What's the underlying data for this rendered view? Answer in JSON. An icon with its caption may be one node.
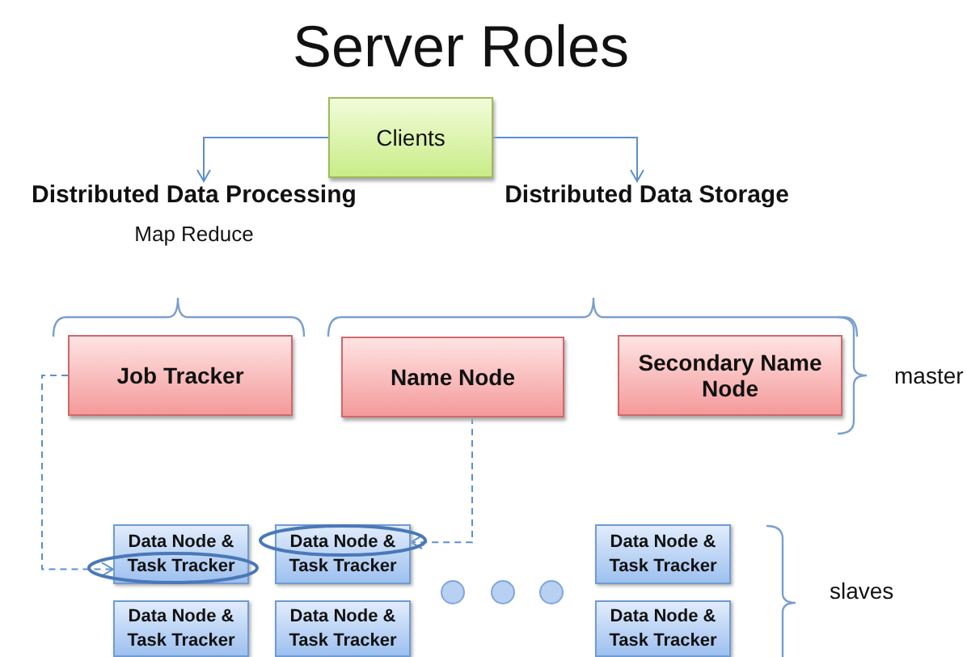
{
  "diagram": {
    "title": "Server Roles",
    "nodes": [
      {
        "text": [
          "Clients"
        ]
      },
      {
        "text": [
          "Distributed Data Processing",
          "Map Reduce"
        ]
      },
      {
        "text": [
          "Distributed Data Storage"
        ]
      },
      {
        "text": [
          "Job Tracker"
        ]
      },
      {
        "text": [
          "Name Node"
        ]
      },
      {
        "text": [
          "Secondary Name Node"
        ]
      },
      {
        "text": [
          "Data Node & Task Tracker"
        ]
      },
      {
        "text": [
          "Data Node & Task Tracker"
        ]
      },
      {
        "text": [
          "Data Node & Task Tracker"
        ]
      },
      {
        "text": [
          "Data Node & Task Tracker"
        ]
      },
      {
        "text": [
          "Data Node & Task Tracker"
        ]
      },
      {
        "text": [
          "Data Node & Task Tracker"
        ]
      }
    ],
    "edges": [
      {
        "from": 0,
        "to": 1,
        "arrow": "to"
      },
      {
        "from": 0,
        "to": 2,
        "arrow": "to"
      },
      {
        "from": 3,
        "to": 6,
        "arrow": "to",
        "style": "dashed"
      },
      {
        "from": 4,
        "to": 7,
        "arrow": "to",
        "style": "dashed"
      }
    ],
    "labels": [
      "master",
      "slaves"
    ]
  }
}
